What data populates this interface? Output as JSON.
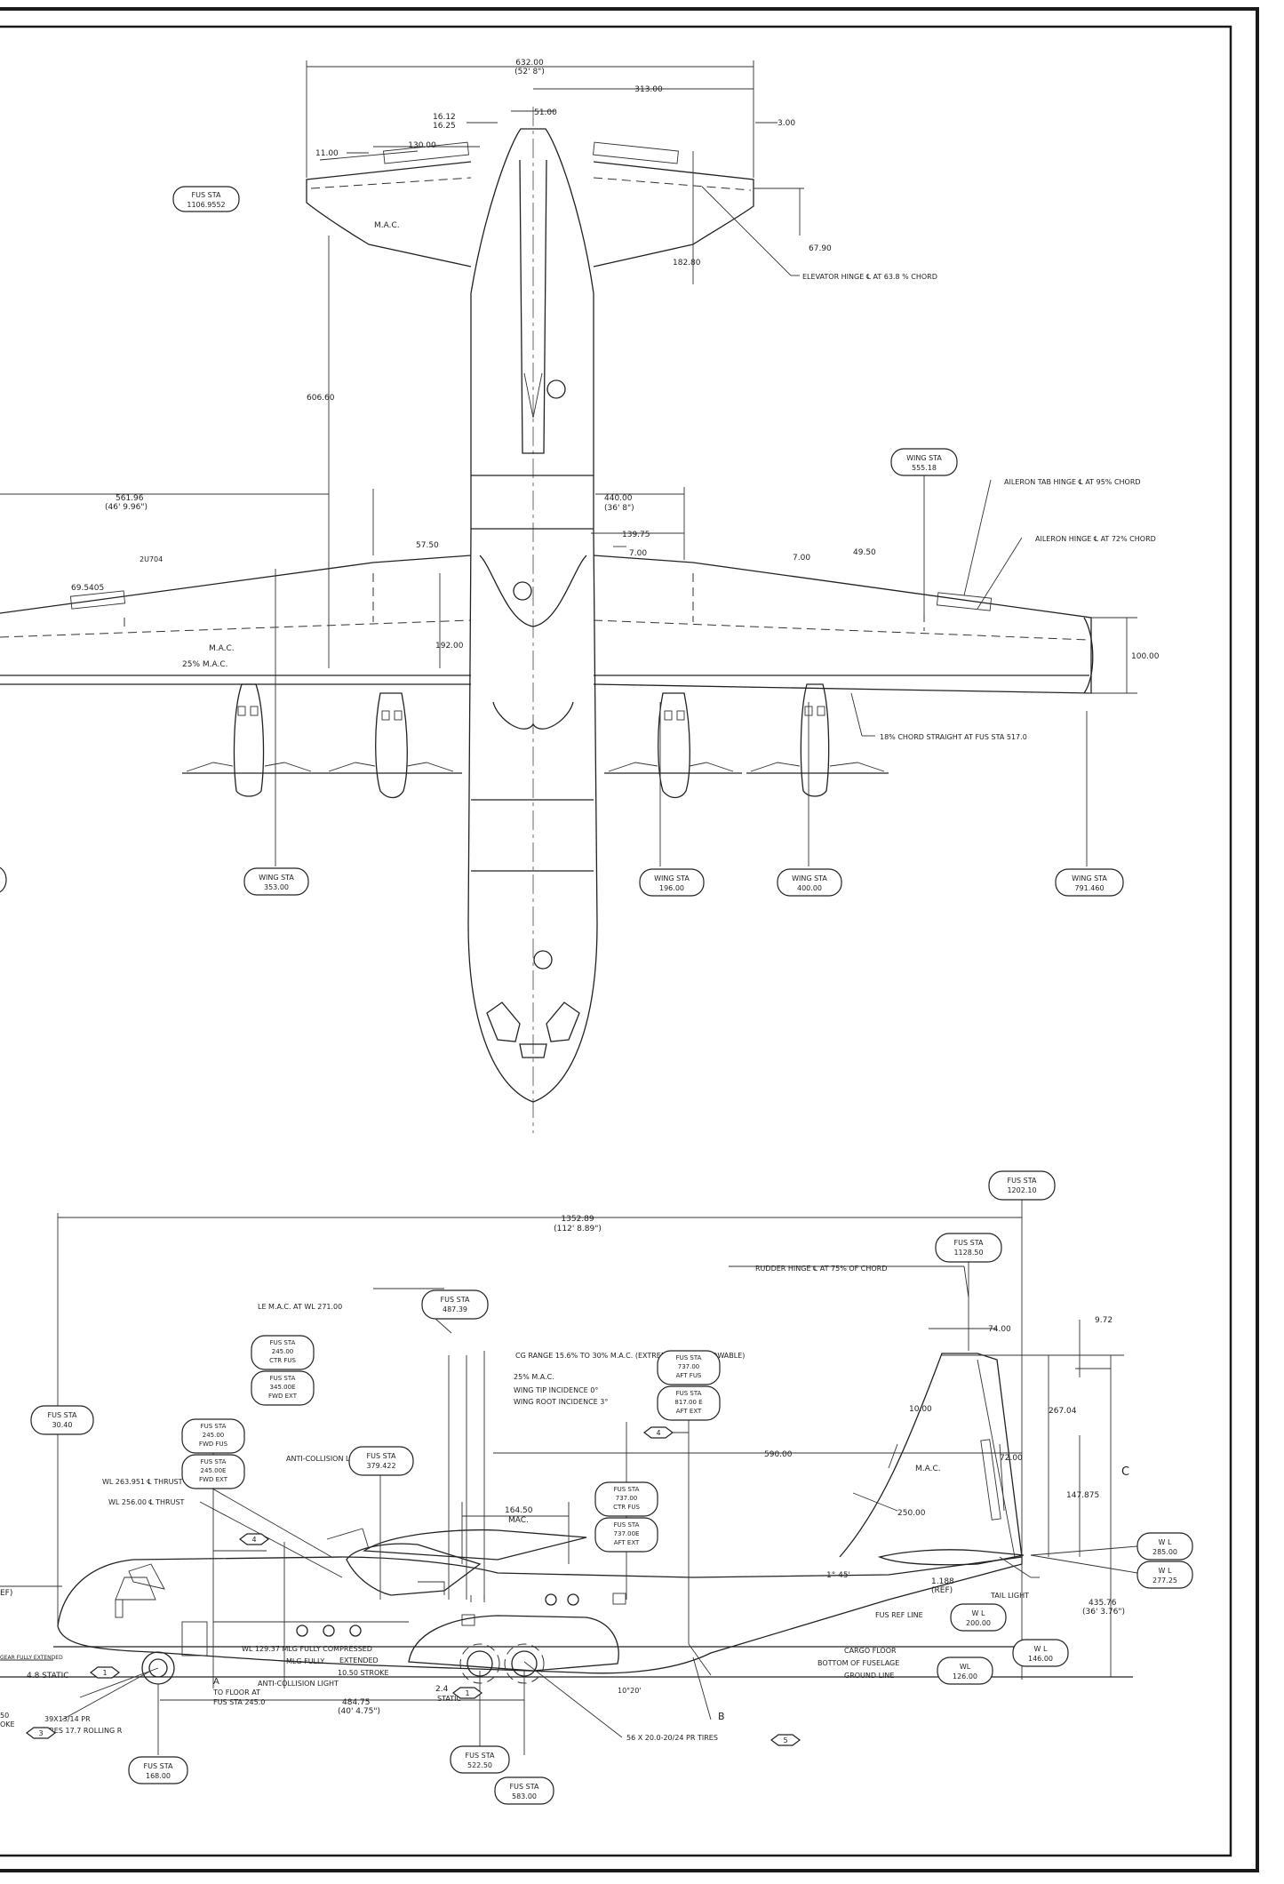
{
  "plan": {
    "tail_span": "632.00",
    "tail_span_ft": "(52' 8\")",
    "stab_half": "313.00",
    "d_51": "51.00",
    "d_3": "3.00",
    "d_1612": "16.12",
    "d_1625": "16.25",
    "d_130": "130.00",
    "d_11": "11.00",
    "tail_fus_sta": [
      "FUS STA",
      "1106.9552"
    ],
    "tail_mac": "M.A.C.",
    "d_182": "182.80",
    "d_6790": "67.90",
    "elevator_hinge": "ELEVATOR HINGE ℄ AT 63.8 % CHORD",
    "d_606": "606.60",
    "wing_sta_555": [
      "WING STA",
      "555.18"
    ],
    "aileron_tab": "AILERON TAB HINGE ℄ AT 95% CHORD",
    "aileron_hinge": "AILERON HINGE ℄ AT 72% CHORD",
    "d_561": "561.96",
    "d_561_ft": "(46' 9.96\")",
    "d_440": "440.00",
    "d_440_ft": "(36' 8\")",
    "d_13975": "139.75",
    "d_7a": "7.00",
    "d_7b": "7.00",
    "d_4950": "49.50",
    "d_5750": "57.50",
    "d_2u704": "2U704",
    "d_69": "69.5405",
    "wing_mac": "M.A.C.",
    "wing_25mac": "25% M.A.C.",
    "d_192": "192.00",
    "d_100": "100.00",
    "chord_straight": "18% CHORD STRAIGHT AT FUS STA 517.0",
    "wing_sta_353": [
      "WING STA",
      "353.00"
    ],
    "wing_sta_196": [
      "WING STA",
      "196.00"
    ],
    "wing_sta_400": [
      "WING STA",
      "400.00"
    ],
    "wing_sta_791": [
      "WING STA",
      "791.460"
    ]
  },
  "side": {
    "fus_sta_1202": [
      "FUS STA",
      "1202.10"
    ],
    "len_total": "1352.89",
    "len_total_ft": "(112' 8.89\")",
    "fus_sta_1128": [
      "FUS STA",
      "1128.50"
    ],
    "rudder_hinge": "RUDDER HINGE ℄ AT 75% OF CHORD",
    "le_mac": "LE M.A.C. AT WL 271.00",
    "fus_sta_487": [
      "FUS STA",
      "487.39"
    ],
    "d_74": "74.00",
    "d_972": "9.72",
    "cg_range": "CG RANGE 15.6% TO 30% M.A.C. (EXTREME LIMITS ALLOWABLE)",
    "mac_25": "25% M.A.C.",
    "wing_tip_inc": "WING TIP INCIDENCE 0°",
    "wing_root_inc": "WING ROOT INCIDENCE 3°",
    "fus_sta_245_ctr": [
      "FUS STA",
      "245.00",
      "CTR FUS"
    ],
    "fus_sta_345": [
      "FUS STA",
      "345.00E",
      "FWD EXT"
    ],
    "fus_sta_737_aft": [
      "FUS STA",
      "737.00",
      "AFT FUS"
    ],
    "fus_sta_817": [
      "FUS STA",
      "817.00 E",
      "AFT EXT"
    ],
    "fus_sta_30": [
      "FUS STA",
      "30.40"
    ],
    "fus_sta_245_fwd": [
      "FUS STA",
      "245.00",
      "FWD FUS"
    ],
    "fus_sta_245e": [
      "FUS STA",
      "245.00E",
      "FWD EXT"
    ],
    "fus_sta_379": [
      "FUS STA",
      "379.422"
    ],
    "d_267": "267.04",
    "d_10": "10.00",
    "d_590": "590.00",
    "flag_4a": "4",
    "flag_4b": "4",
    "fin_mac": "M.A.C.",
    "d_72": "72.00",
    "d_147": "147.875",
    "wl_thrust_263": "WL 263.951 ℄ THRUST",
    "wl_thrust_256": "WL 256.00 ℄ THRUST",
    "anti_col_top": "ANTI-COLLISION LIGHT",
    "mac_164": "164.50",
    "mac_164_lbl": "MAC.",
    "fus_sta_737_ctr": [
      "FUS STA",
      "737.00",
      "CTR FUS"
    ],
    "fus_sta_737e": [
      "FUS STA",
      "737.00E",
      "AFT EXT"
    ],
    "d_250": "250.00",
    "c_label": "C",
    "wl_285": [
      "W L",
      "285.00"
    ],
    "wl_277": [
      "W L",
      "277.25"
    ],
    "ref_left": "EF)",
    "angle_145": "1° 45'",
    "d_1188": "1.188",
    "d_1188_ref": "(REF)",
    "tail_light": "TAIL LIGHT",
    "d_435": "435.76",
    "d_435_ft": "(36' 3.76\")",
    "fus_ref_line": "FUS REF LINE",
    "wl_200": [
      "W L",
      "200.00"
    ],
    "cargo_floor": "CARGO FLOOR",
    "bottom_fus": "BOTTOM OF FUSELAGE",
    "ground_line": "GROUND LINE",
    "wl_146": [
      "W L",
      "146.00"
    ],
    "wl_126": [
      "WL",
      "126.00"
    ],
    "gear_ext": "GEAR FULLY EXTENDED",
    "static_48": "4.8 STATIC",
    "flag_1a": "1",
    "wl_mlg": "WL 129.37 MLG FULLY COMPRESSED",
    "mlg_fully": "MLG FULLY",
    "extended": "EXTENDED",
    "stroke_1050": "10.50 STROKE",
    "anti_col_bot": "ANTI-COLLISION LIGHT",
    "static_24": "2.4",
    "static_lbl": "STATIC",
    "flag_1b": "1",
    "a_label": "A",
    "to_floor": "TO FLOOR AT",
    "to_floor_sta": "FUS STA 245.0",
    "angle_1020": "10°20'",
    "b_label": "B",
    "d_484": "484.75",
    "d_484_ft": "(40' 4.75\")",
    "nose_stroke_a": "50",
    "nose_stroke_b": "OKE",
    "nose_tires": "39X13/14 PR",
    "nose_tires_b": "TIRES  17.7 ROLLING R",
    "flag_3": "3",
    "main_tires": "56 X 20.0-20/24 PR TIRES",
    "flag_5": "5",
    "fus_sta_168": [
      "FUS STA",
      "168.00"
    ],
    "fus_sta_522": [
      "FUS STA",
      "522.50"
    ],
    "fus_sta_583": [
      "FUS STA",
      "583.00"
    ]
  }
}
